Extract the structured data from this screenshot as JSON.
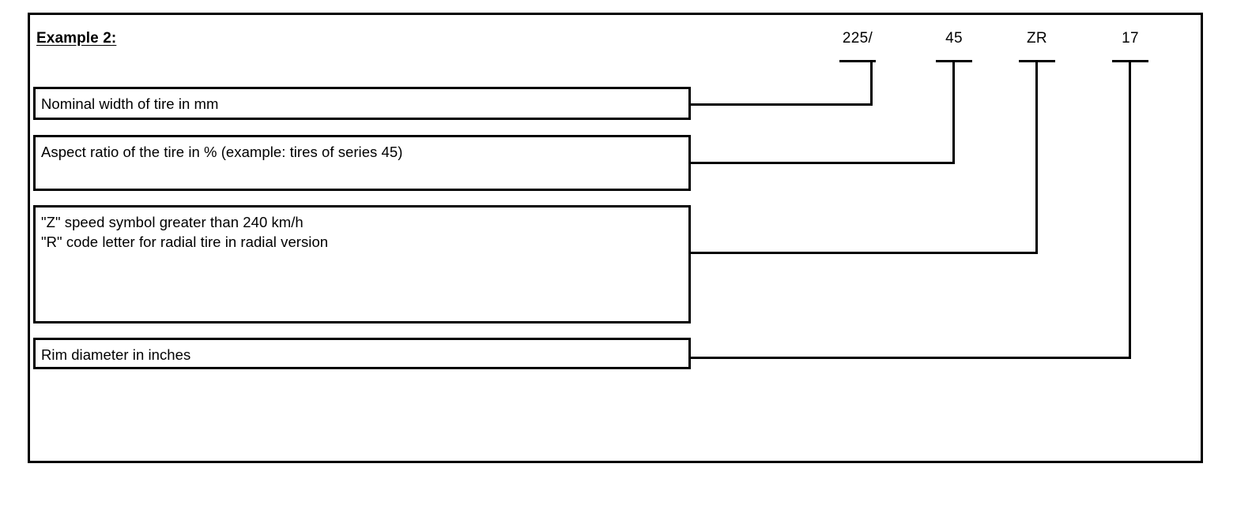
{
  "figure": {
    "title": "Example 2:",
    "tire_code": "225/45 ZR 17"
  },
  "code_labels": [
    {
      "id": "width",
      "text": "225/"
    },
    {
      "id": "aspect",
      "text": "45"
    },
    {
      "id": "speed",
      "text": "ZR"
    },
    {
      "id": "rim",
      "text": "17"
    }
  ],
  "descriptions": [
    {
      "id": "width",
      "text": "Nominal width of tire in mm"
    },
    {
      "id": "aspect",
      "text": "Aspect ratio of the tire in % (example: tires of series 45)"
    },
    {
      "id": "speed",
      "text": "\"Z\" speed symbol greater than 240 km/h\n\"R\" code letter for radial tire in radial version"
    },
    {
      "id": "rim",
      "text": "Rim diameter in inches"
    }
  ],
  "colors": {
    "line": "#000000",
    "background": "#ffffff",
    "text": "#000000"
  }
}
